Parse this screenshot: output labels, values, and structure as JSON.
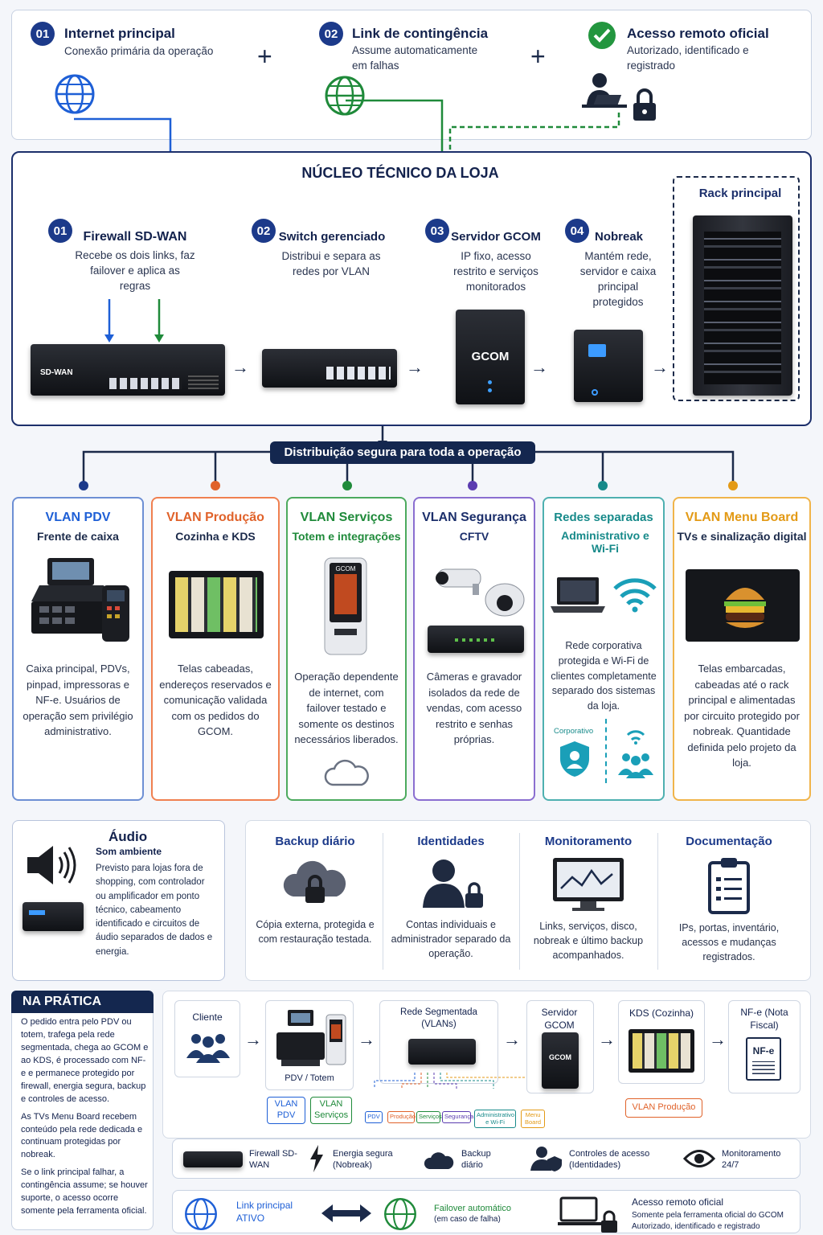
{
  "top": {
    "items": [
      {
        "num": "01",
        "title": "Internet principal",
        "sub": "Conexão primária da operação"
      },
      {
        "num": "02",
        "title": "Link de contingência",
        "sub": "Assume automaticamente em falhas"
      },
      {
        "num": "",
        "title": "Acesso remoto oficial",
        "sub": "Autorizado, identificado e registrado"
      }
    ],
    "plus": "+"
  },
  "core": {
    "title": "NÚCLEO TÉCNICO DA LOJA",
    "rack_label": "Rack principal",
    "steps": [
      {
        "num": "01",
        "title": "Firewall SD-WAN",
        "sub": "Recebe os dois links, faz failover e aplica as regras"
      },
      {
        "num": "02",
        "title": "Switch gerenciado",
        "sub": "Distribui e separa as redes por VLAN"
      },
      {
        "num": "03",
        "title": "Servidor GCOM",
        "sub": "IP fixo, acesso restrito e serviços monitorados"
      },
      {
        "num": "04",
        "title": "Nobreak",
        "sub": "Mantém rede, servidor e caixa principal protegidos"
      }
    ],
    "device_labels": {
      "sdwan": "SD-WAN",
      "gcom": "GCOM"
    }
  },
  "distribution": {
    "label": "Distribuição segura para toda a operação"
  },
  "vlans": [
    {
      "title": "VLAN PDV",
      "subtitle": "Frente de caixa",
      "text": "Caixa principal, PDVs, pinpad, impressoras e NF-e. Usuários de operação sem privilégio administrativo.",
      "color": "#1c3a8a"
    },
    {
      "title": "VLAN Produção",
      "subtitle": "Cozinha e KDS",
      "text": "Telas cabeadas, endereços reservados e comunicação validada com os pedidos do GCOM.",
      "color": "#e0622a"
    },
    {
      "title": "VLAN Serviços",
      "subtitle": "Totem e integrações",
      "text": "Operação dependente de internet, com failover testado e somente os destinos necessários liberados.",
      "color": "#1f8a3a"
    },
    {
      "title": "VLAN Segurança",
      "subtitle": "CFTV",
      "text": "Câmeras e gravador isolados da rede de vendas, com acesso restrito e senhas próprias.",
      "color": "#5b3cb0"
    },
    {
      "title": "Redes separadas",
      "subtitle": "Administrativo e Wi-Fi",
      "text": "Rede corporativa protegida e Wi-Fi de clientes completamente separado dos sistemas da loja.",
      "color": "#178a8a",
      "extra": "Corporativo"
    },
    {
      "title": "VLAN Menu Board",
      "subtitle": "TVs e sinalização digital",
      "text": "Telas embarcadas, cabeadas até o rack principal e alimentadas por circuito protegido por nobreak. Quantidade definida pelo projeto da loja.",
      "color": "#e39a16"
    }
  ],
  "audio": {
    "title": "Áudio",
    "subtitle": "Som ambiente",
    "text": "Previsto para lojas fora de shopping, com controlador ou amplificador em ponto técnico, cabeamento identificado e circuitos de áudio separados de dados e energia."
  },
  "services": [
    {
      "title": "Backup diário",
      "text": "Cópia externa, protegida e com restauração testada."
    },
    {
      "title": "Identidades",
      "text": "Contas individuais e administrador separado da operação."
    },
    {
      "title": "Monitoramento",
      "text": "Links, serviços, disco, nobreak e último backup acompanhados."
    },
    {
      "title": "Documentação",
      "text": "IPs, portas, inventário, acessos e mudanças registrados."
    }
  ],
  "practice": {
    "header": "NA PRÁTICA",
    "paragraphs": [
      "O pedido entra pelo PDV ou totem, trafega pela rede segmentada, chega ao GCOM e ao KDS, é processado com NF-e e permanece protegido por firewall, energia segura, backup e controles de acesso.",
      "As TVs Menu Board recebem conteúdo pela rede dedicada e continuam protegidas por nobreak.",
      "Se o link principal falhar, a contingência assume; se houver suporte, o acesso ocorre somente pela ferramenta oficial."
    ]
  },
  "flow": {
    "cliente": "Cliente",
    "pdv": "PDV / Totem",
    "rede": "Rede Segmentada (VLANs)",
    "servidor": "Servidor GCOM",
    "gcom": "GCOM",
    "kds": "KDS (Cozinha)",
    "nfe": "NF-e (Nota Fiscal)",
    "nfe_doc": "NF-e",
    "tag_pdv": "VLAN PDV",
    "tag_serv": "VLAN Serviços",
    "tag_prod": "VLAN Produção",
    "mini": [
      "PDV",
      "Produção",
      "Serviços",
      "Segurança",
      "Administrativo e Wi-Fi",
      "Menu Board"
    ]
  },
  "security_strip": [
    {
      "label": "Firewall SD-WAN"
    },
    {
      "label": "Energia segura (Nobreak)"
    },
    {
      "label": "Backup diário"
    },
    {
      "label": "Controles de acesso (Identidades)"
    },
    {
      "label": "Monitoramento 24/7"
    }
  ],
  "bottom": {
    "link": "Link principal ATIVO",
    "failover": "Failover automático",
    "failover_sub": "(em caso de falha)",
    "remote_title": "Acesso remoto oficial",
    "remote_l1": "Somente pela ferramenta oficial do GCOM",
    "remote_l2": "Autorizado, identificado e registrado"
  }
}
